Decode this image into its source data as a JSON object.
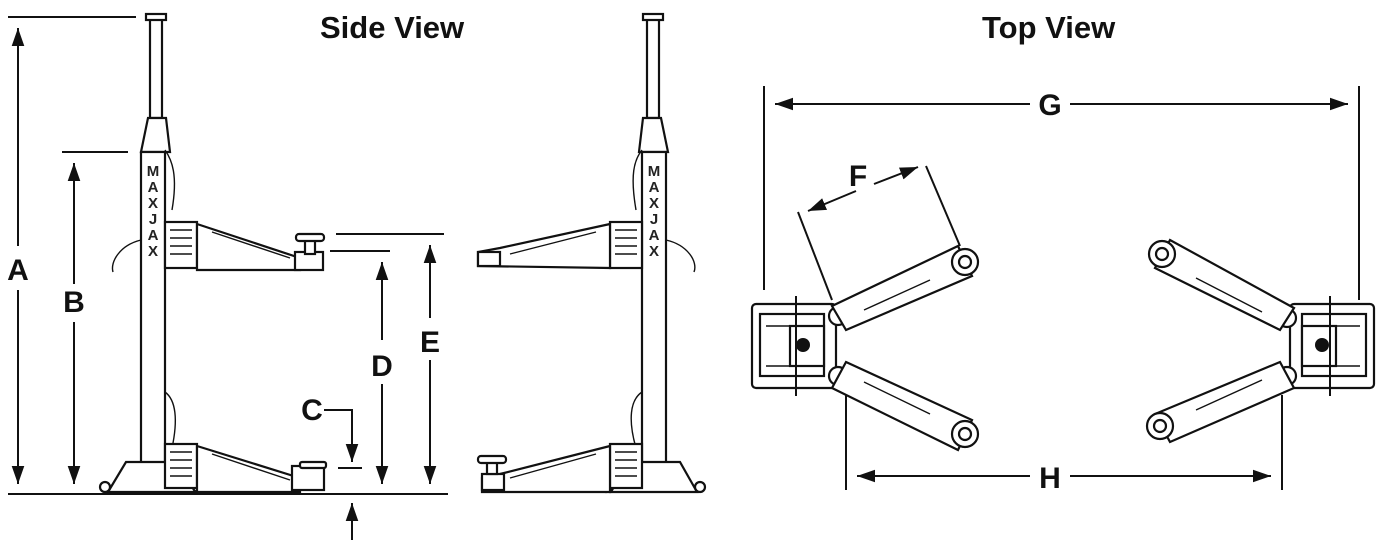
{
  "titles": {
    "side": "Side View",
    "top": "Top View"
  },
  "brand": [
    "M",
    "A",
    "X",
    "J",
    "A",
    "X"
  ],
  "labels": {
    "a": "A",
    "b": "B",
    "c": "C",
    "d": "D",
    "e": "E",
    "f": "F",
    "g": "G",
    "h": "H"
  }
}
